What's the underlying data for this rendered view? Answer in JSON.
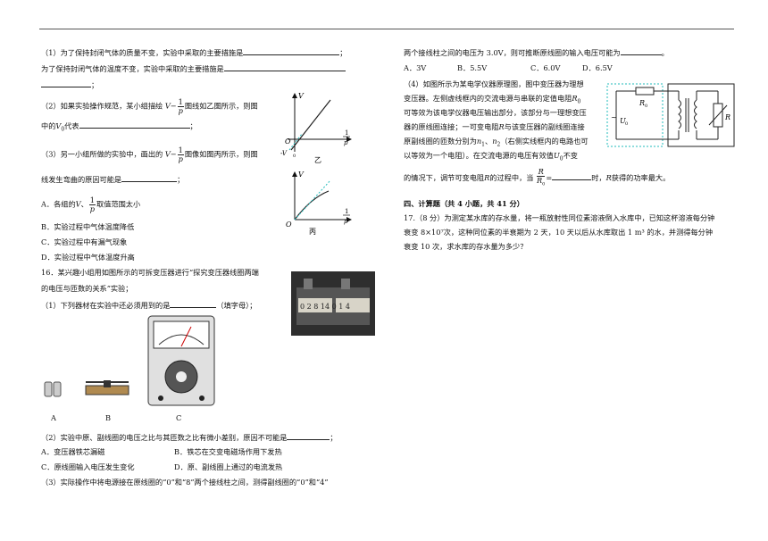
{
  "left": {
    "q15_1_a": "（1）为了保持封闭气体的质量不变，实验中采取的主要措施是",
    "q15_1_b": "为了保持封闭气体的温度不变，实验中采取的主要措施是",
    "period": "；",
    "q15_2_a": "（2）如果实验操作规范，某小组描绘",
    "q15_2_b": "图线如乙图所示，则图",
    "q15_2_c": "中的",
    "q15_2_d": "代表",
    "q15_3_a": "（3）另一小组所做的实验中，画出的",
    "q15_3_b": "图像如图丙所示，则图",
    "q15_3_c": "线发生弯曲的原因可能是",
    "opt_A": "A．各组的",
    "opt_A2": "取值范围太小",
    "opt_B": "B．实验过程中气体温度降低",
    "opt_C": "C．实验过程中有漏气现象",
    "opt_D": "D．实验过程中气体温度升高",
    "q16_a": "16．某兴趣小组用如图所示的可拆变压器进行“探究变压器线圈两端",
    "q16_b": "的电压与匝数的关系”实验；",
    "q16_1": "（1）下列器材在实验中还必须用到的是",
    "q16_1_end": "（填字母）；",
    "lbl_A": "A",
    "lbl_B": "B",
    "lbl_C": "C",
    "q16_2": "（2）实验中原、副线圈的电压之比与其匝数之比有微小差别，原因不可能是",
    "q16_2_A": "A．变压器铁芯漏磁",
    "q16_2_B": "B．铁芯在交变电磁场作用下发热",
    "q16_2_C": "C．原线圈输入电压发生变化",
    "q16_2_D": "D．原、副线圈上通过的电流发热",
    "q16_3": "（3）实际操作中将电源接在原线圈的“0”和“8”两个接线柱之间，测得副线圈的“0”和“4”",
    "graph1_label": "乙",
    "graph2_label": "丙",
    "V": "V",
    "V0": "V",
    "V0_sub": "0",
    "negV0": "-V",
    "O": "O",
    "P": "p",
    "one": "1",
    "photo_numbers": "0 2 8 14 0 1 4"
  },
  "right": {
    "r1": "两个接线柱之间的电压为 3.0V，则可推断原线圈的输入电压可能为",
    "r1_end": "。",
    "choices": [
      "A．3V",
      "B．5.5V",
      "C．6.0V",
      "D．6.5V"
    ],
    "q4_1": "（4）如图所示为某电学仪器原理图，图中变压器为理想",
    "q4_2": "变压器。左侧虚线框内的交流电源与串联的定值电阻",
    "q4_2b": "R",
    "q4_2c": "0",
    "q4_3": "可等效为该电学仪器电压输出部分，该部分与一理想变压",
    "q4_4": "器的原线圈连接；一可变电阻",
    "q4_4b": "R",
    "q4_4c": "与该变压器的副线圈连接",
    "q4_5": "原副线圈的匝数分别为",
    "q4_5b": "n",
    "q4_5c": "1",
    "q4_5d": "、",
    "q4_5e": "n",
    "q4_5f": "2",
    "q4_5g": "（右侧实线框内的电路也可",
    "q4_6": "以等效为一个电阻）。在交流电源的电压有效值",
    "q4_6b": "U",
    "q4_6c": "0",
    "q4_6d": "不变",
    "q4_7a": "的情况下，调节可变电阻",
    "q4_7b": "R",
    "q4_7c": "的过程中，当",
    "q4_7d": "时，",
    "q4_7e": "R",
    "q4_7f": "获得的功率最大。",
    "frac_num": "R",
    "frac_den": "R",
    "frac_den_sub": "0",
    "eq": "=",
    "circuit_R0": "R",
    "circuit_R0_sub": "0",
    "circuit_U0": "U",
    "circuit_U0_sub": "0",
    "circuit_R": "R",
    "circuit_tilde": "~",
    "section": "四、计算题（共 4 小题，共 41 分）",
    "q17_1": "17.（8 分）为测定某水库的存水量，将一瓶放射性同位素溶液倒入水库中，已知这杯溶液每分钟",
    "q17_2": "衰变 8×10⁷次，这种同位素的半衰期为 2 天，10 天以后从水库取出 1 m³ 的水，并测得每分钟",
    "q17_3": "衰变 10 次，求水库的存水量为多少？"
  }
}
